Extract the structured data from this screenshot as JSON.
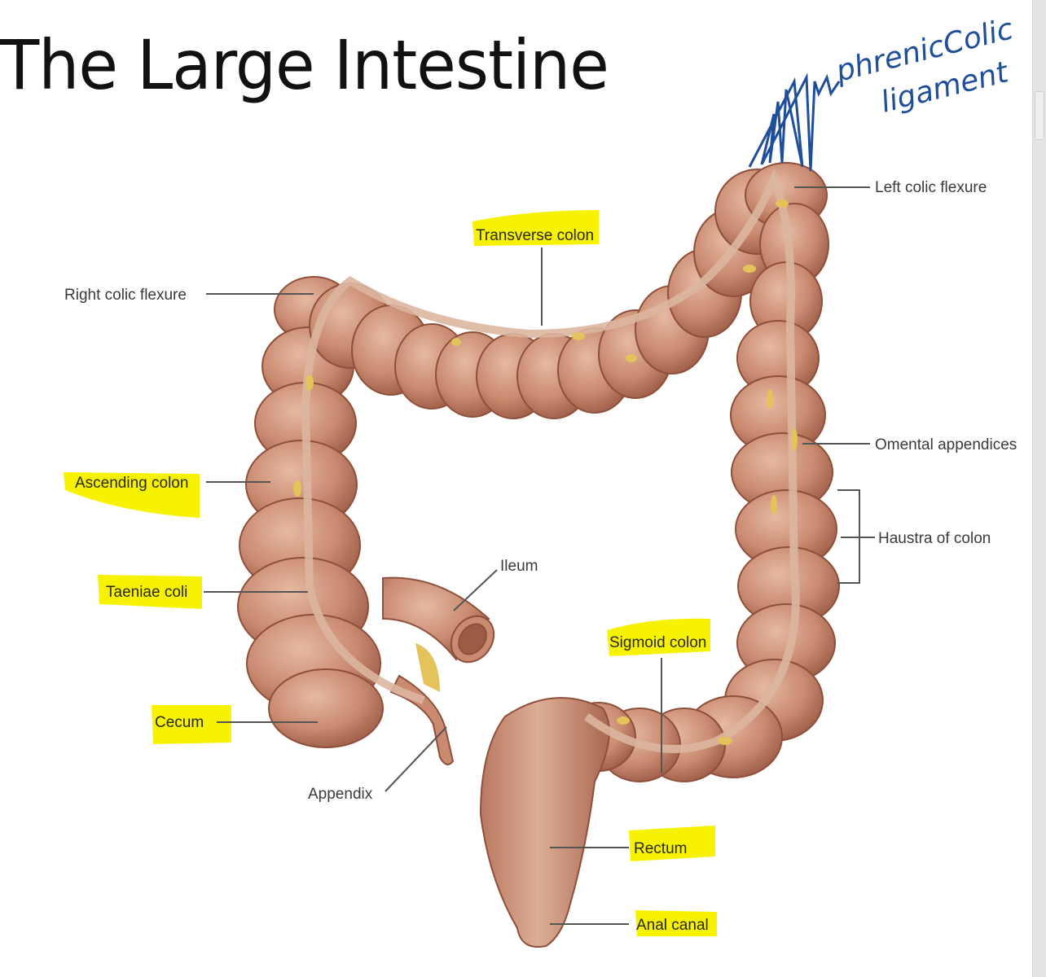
{
  "slide": {
    "title": "The Large Intestine"
  },
  "handwritten_annotation": {
    "line1": "phrenicColic",
    "line2": "ligament",
    "color": "#1f4f9a"
  },
  "colors": {
    "colon": "#c98a70",
    "colon_dark": "#9c5b45",
    "taenia": "#dcb6a0",
    "fat": "#e3c35a",
    "highlight": "#f7f200",
    "leader": "#555555"
  },
  "labels": {
    "left_colic_flexure": "Left colic flexure",
    "transverse_colon": "Transverse colon",
    "right_colic_flexure": "Right colic flexure",
    "ascending_colon": "Ascending colon",
    "omental_appendices": "Omental appendices",
    "haustra_of_colon": "Haustra of colon",
    "ileum": "Ileum",
    "taeniae_coli": "Taeniae coli",
    "sigmoid_colon": "Sigmoid colon",
    "cecum": "Cecum",
    "appendix": "Appendix",
    "rectum": "Rectum",
    "anal_canal": "Anal canal"
  }
}
